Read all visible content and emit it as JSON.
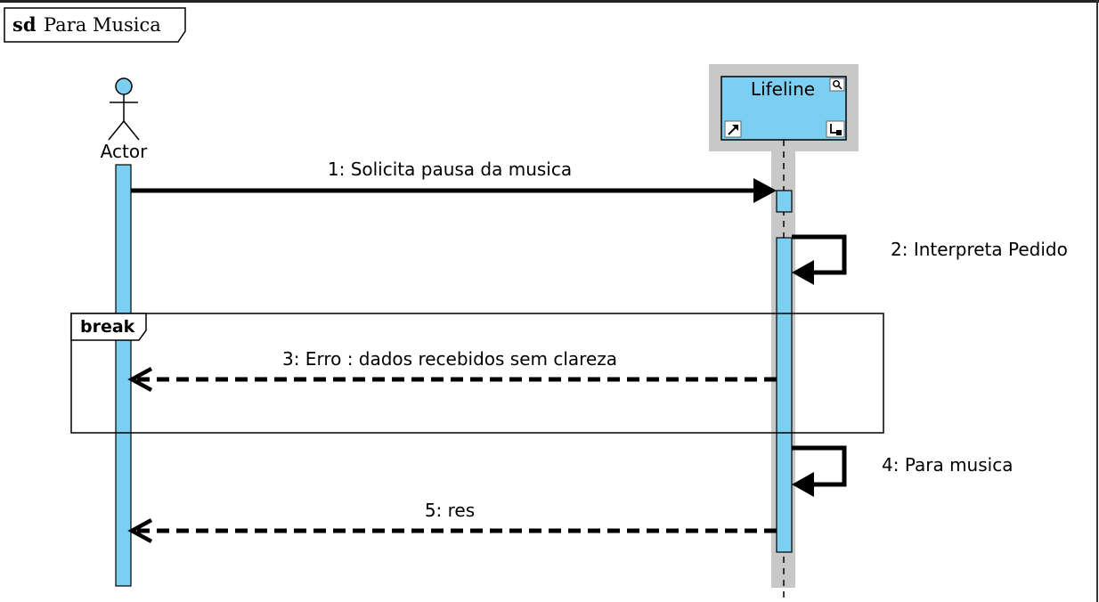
{
  "frame": {
    "kind": "sd",
    "name": "Para Musica"
  },
  "participants": [
    {
      "id": "actor",
      "type": "actor",
      "label": "Actor"
    },
    {
      "id": "lifeline",
      "type": "lifeline",
      "label": "Lifeline"
    }
  ],
  "fragments": [
    {
      "operator": "break"
    }
  ],
  "messages": [
    {
      "label": "1: Solicita pausa da musica",
      "from": "Actor",
      "to": "Lifeline",
      "style": "sync"
    },
    {
      "label": "2: Interpreta Pedido",
      "from": "Lifeline",
      "to": "Lifeline",
      "style": "self"
    },
    {
      "label": "3: Erro : dados recebidos sem clareza",
      "from": "Lifeline",
      "to": "Actor",
      "style": "return"
    },
    {
      "label": "4: Para musica",
      "from": "Lifeline",
      "to": "Lifeline",
      "style": "self"
    },
    {
      "label": "5: res",
      "from": "Lifeline",
      "to": "Actor",
      "style": "return"
    }
  ],
  "colors": {
    "activation": "#7ccff0",
    "highlight": "#c8c8c8",
    "line": "#000000",
    "background": "#ffffff"
  }
}
